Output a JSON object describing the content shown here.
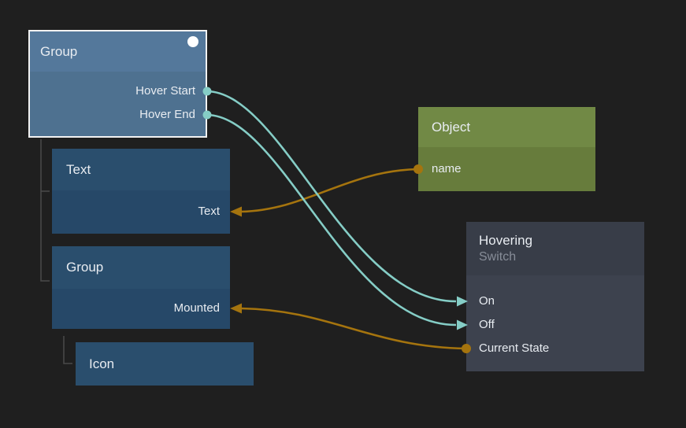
{
  "colors": {
    "background": "#1f1f1f",
    "wire_teal": "#85cdc6",
    "wire_orange": "#a5740e",
    "selected_header": "#54789b",
    "selected_body": "#4e7190",
    "selected_border": "#f2f2f2",
    "blue_header": "#2a4e6d",
    "blue_body": "#264868",
    "green_header": "#718945",
    "green_body": "#677c3c",
    "slate_header": "#383d48",
    "slate_body": "#3d424e",
    "tree_line": "#4a4a4a",
    "title_text": "#e8ecf1",
    "subtitle_text": "#878d98"
  },
  "nodes": {
    "group_main": {
      "title": "Group",
      "selected": true,
      "ports": [
        {
          "label": "Hover Start",
          "connector": "dot",
          "side": "right"
        },
        {
          "label": "Hover End",
          "connector": "dot",
          "side": "right"
        }
      ]
    },
    "text": {
      "title": "Text",
      "ports": [
        {
          "label": "Text",
          "connector": "arrow-in",
          "side": "right"
        }
      ]
    },
    "group_child": {
      "title": "Group",
      "ports": [
        {
          "label": "Mounted",
          "connector": "arrow-in",
          "side": "right"
        }
      ]
    },
    "icon": {
      "title": "Icon",
      "ports": []
    },
    "object": {
      "title": "Object",
      "ports": [
        {
          "label": "name",
          "connector": "dot",
          "side": "left"
        }
      ]
    },
    "hovering": {
      "title": "Hovering",
      "subtitle": "Switch",
      "ports": [
        {
          "label": "On",
          "connector": "arrow-in",
          "side": "left"
        },
        {
          "label": "Off",
          "connector": "arrow-in",
          "side": "left"
        },
        {
          "label": "Current State",
          "connector": "dot",
          "side": "left"
        }
      ]
    }
  },
  "connections": [
    {
      "from": "Group.Hover Start",
      "to": "Hovering.On",
      "color": "#85cdc6"
    },
    {
      "from": "Group.Hover End",
      "to": "Hovering.Off",
      "color": "#85cdc6"
    },
    {
      "from": "Object.name",
      "to": "Text.Text",
      "color": "#a5740e"
    },
    {
      "from": "Hovering.Current State",
      "to": "Group.Mounted",
      "color": "#a5740e"
    }
  ],
  "hierarchy": [
    {
      "parent": "Group",
      "children": [
        "Text",
        "Group"
      ]
    },
    {
      "parent": "Group (child)",
      "children": [
        "Icon"
      ]
    }
  ]
}
